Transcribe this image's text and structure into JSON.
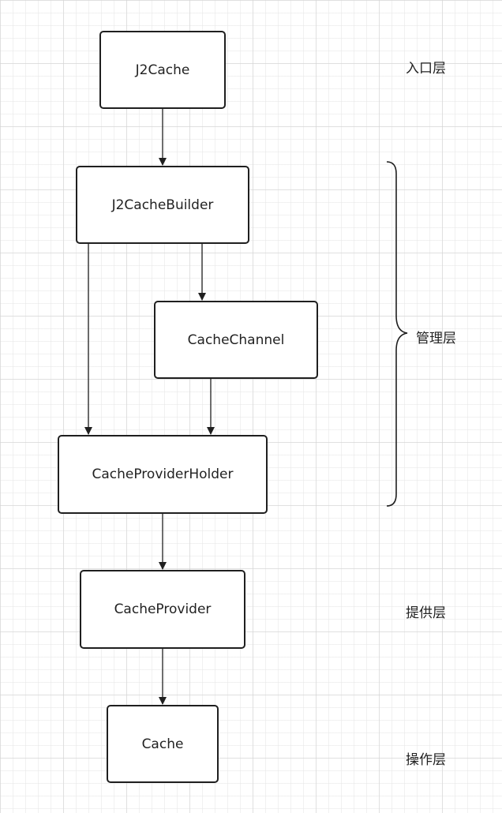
{
  "nodes": {
    "j2cache": {
      "label": "J2Cache"
    },
    "j2cache_builder": {
      "label": "J2CacheBuilder"
    },
    "cache_channel": {
      "label": "CacheChannel"
    },
    "cache_provider_holder": {
      "label": "CacheProviderHolder"
    },
    "cache_provider": {
      "label": "CacheProvider"
    },
    "cache": {
      "label": "Cache"
    }
  },
  "layers": {
    "entry": "入口层",
    "management": "管理层",
    "provider": "提供层",
    "operation": "操作层"
  },
  "edges": [
    {
      "from": "J2Cache",
      "to": "J2CacheBuilder"
    },
    {
      "from": "J2CacheBuilder",
      "to": "CacheChannel"
    },
    {
      "from": "J2CacheBuilder",
      "to": "CacheProviderHolder"
    },
    {
      "from": "CacheChannel",
      "to": "CacheProviderHolder"
    },
    {
      "from": "CacheProviderHolder",
      "to": "CacheProvider"
    },
    {
      "from": "CacheProvider",
      "to": "Cache"
    }
  ],
  "colors": {
    "stroke": "#1f1f1f",
    "text": "#222222",
    "background": "#ffffff"
  }
}
